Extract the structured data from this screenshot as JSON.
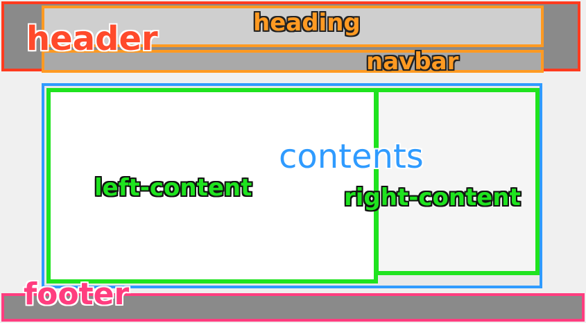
{
  "labels": {
    "header": "header",
    "heading": "heading",
    "navbar": "navbar",
    "contents": "contents",
    "left_content": "left-content",
    "right_content": "right-content",
    "footer": "footer"
  },
  "colors": {
    "header": "#ff3b1f",
    "heading": "#ff9a22",
    "navbar": "#ff9a22",
    "contents": "#2f9bff",
    "left_content": "#1fe31f",
    "right_content": "#1fe31f",
    "footer": "#ff3d7f"
  }
}
